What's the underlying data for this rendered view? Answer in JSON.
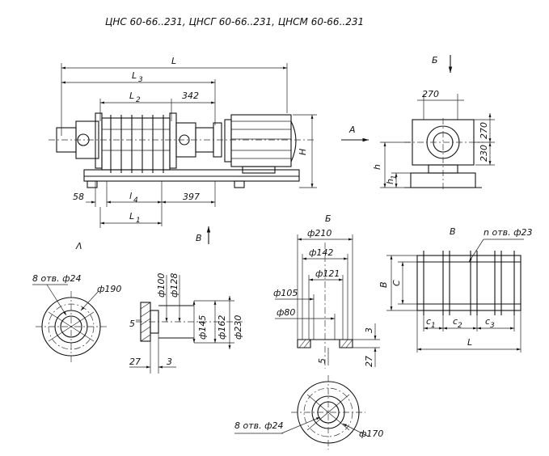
{
  "title": "ЦНС 60-66..231,   ЦНСГ 60-66..231,  ЦНСМ 60-66..231",
  "main_view": {
    "L": "L",
    "L3": "L",
    "L3_sub": "3",
    "L2": "L",
    "L2_sub": "2",
    "d342": "342",
    "H": "H",
    "d58": "58",
    "L4": "l",
    "L4_sub": "4",
    "d397": "397",
    "L1": "L",
    "L1_sub": "1",
    "arrow_A": "A",
    "arrow_V": "B"
  },
  "side_view": {
    "label_B": "Б",
    "d270_top": "270",
    "d270_side": "270",
    "d230": "230",
    "h": "h",
    "h1": "h",
    "h1_sub": "1"
  },
  "view_A": {
    "label": "Λ",
    "holes": "8 отв. ф24",
    "d190": "ф190"
  },
  "flange_A_section": {
    "d100": "ф100",
    "d128": "ф128",
    "d145": "ф145",
    "d162": "ф162",
    "d230": "ф230",
    "d5": "5",
    "d27": "27",
    "d3": "3"
  },
  "view_B": {
    "label": "Б",
    "d210": "ф210",
    "d142": "ф142",
    "d121": "ф121",
    "d105": "ф105",
    "d80": "ф80",
    "d3": "3",
    "d5": "5",
    "d27": "27",
    "holes": "8 отв. ф24",
    "d170": "ф170"
  },
  "view_V": {
    "label": "B",
    "holes": "n отв. ф23",
    "B": "B",
    "C": "C",
    "c1": "c",
    "c1_sub": "1",
    "c2": "c",
    "c2_sub": "2",
    "c3": "c",
    "c3_sub": "3",
    "L": "L"
  }
}
